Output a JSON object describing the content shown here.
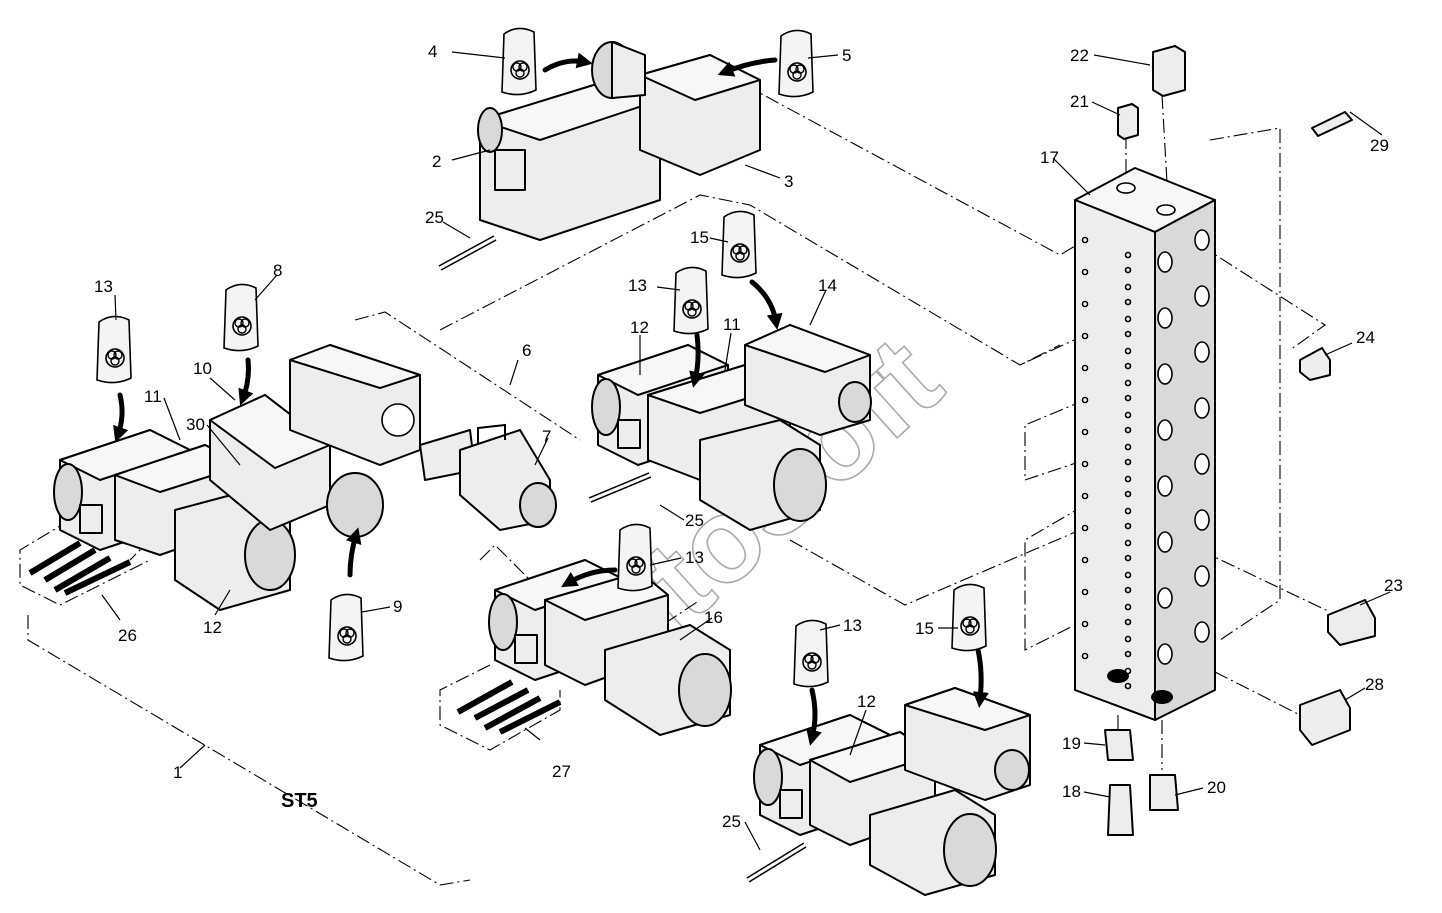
{
  "title": "ST5",
  "watermark": "utoSoft",
  "part_numbers": {
    "p1": "1",
    "p2": "2",
    "p3": "3",
    "p4": "4",
    "p5": "5",
    "p6": "6",
    "p7": "7",
    "p8": "8",
    "p9": "9",
    "p10": "10",
    "p11": "11",
    "p12": "12",
    "p13": "13",
    "p14": "14",
    "p15": "15",
    "p16": "16",
    "p17": "17",
    "p18": "18",
    "p19": "19",
    "p20": "20",
    "p21": "21",
    "p22": "22",
    "p23": "23",
    "p24": "24",
    "p25": "25",
    "p26": "26",
    "p27": "27",
    "p28": "28",
    "p29": "29",
    "p30": "30"
  }
}
